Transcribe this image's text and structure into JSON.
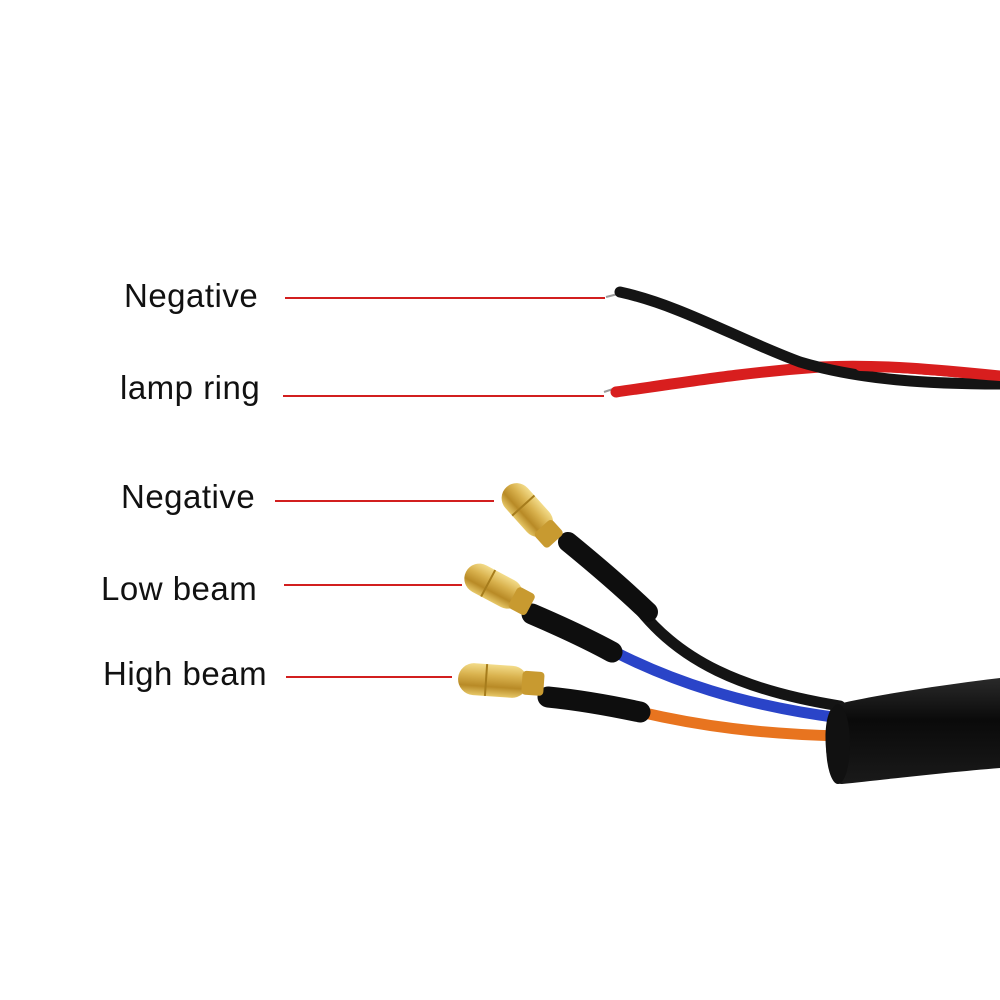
{
  "labels": {
    "negative_top": "Negative",
    "lamp_ring": "lamp ring",
    "negative_bottom": "Negative",
    "low_beam": "Low beam",
    "high_beam": "High beam"
  },
  "colors": {
    "leader_line": "#d21f1f",
    "wire_black": "#141414",
    "wire_red": "#d81e1e",
    "wire_blue": "#2a44c8",
    "wire_orange": "#e8741f",
    "connector_brass": "#c9a23a",
    "sheath": "#0c0c0c"
  }
}
